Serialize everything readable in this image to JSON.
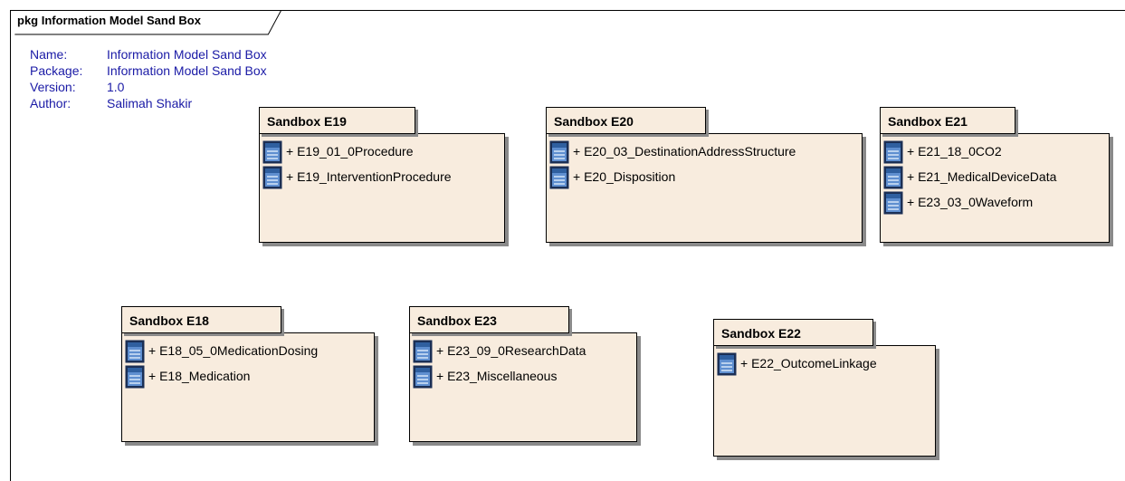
{
  "frame": {
    "title": "pkg Information Model Sand Box"
  },
  "properties": [
    {
      "key": "Name:",
      "value": "Information Model Sand Box"
    },
    {
      "key": "Package:",
      "value": "Information Model Sand Box"
    },
    {
      "key": "Version:",
      "value": "1.0"
    },
    {
      "key": "Author:",
      "value": "Salimah Shakir"
    }
  ],
  "packages": [
    {
      "name": "Sandbox E19",
      "items": [
        "+ E19_01_0Procedure",
        "+ E19_InterventionProcedure"
      ]
    },
    {
      "name": "Sandbox E20",
      "items": [
        "+ E20_03_DestinationAddressStructure",
        "+ E20_Disposition"
      ]
    },
    {
      "name": "Sandbox E21",
      "items": [
        "+ E21_18_0CO2",
        "+ E21_MedicalDeviceData",
        "+ E23_03_0Waveform"
      ]
    },
    {
      "name": "Sandbox E18",
      "items": [
        "+ E18_05_0MedicationDosing",
        "+ E18_Medication"
      ]
    },
    {
      "name": "Sandbox E23",
      "items": [
        "+ E23_09_0ResearchData",
        "+ E23_Miscellaneous"
      ]
    },
    {
      "name": "Sandbox E22",
      "items": [
        "+ E22_OutcomeLinkage"
      ]
    }
  ],
  "icons": {
    "class": "class-icon",
    "colors": {
      "fill": "#5f8fd0",
      "header": "#2f5f9f",
      "stripe": "#b8d0ee",
      "outline": "#1b2f55"
    }
  }
}
